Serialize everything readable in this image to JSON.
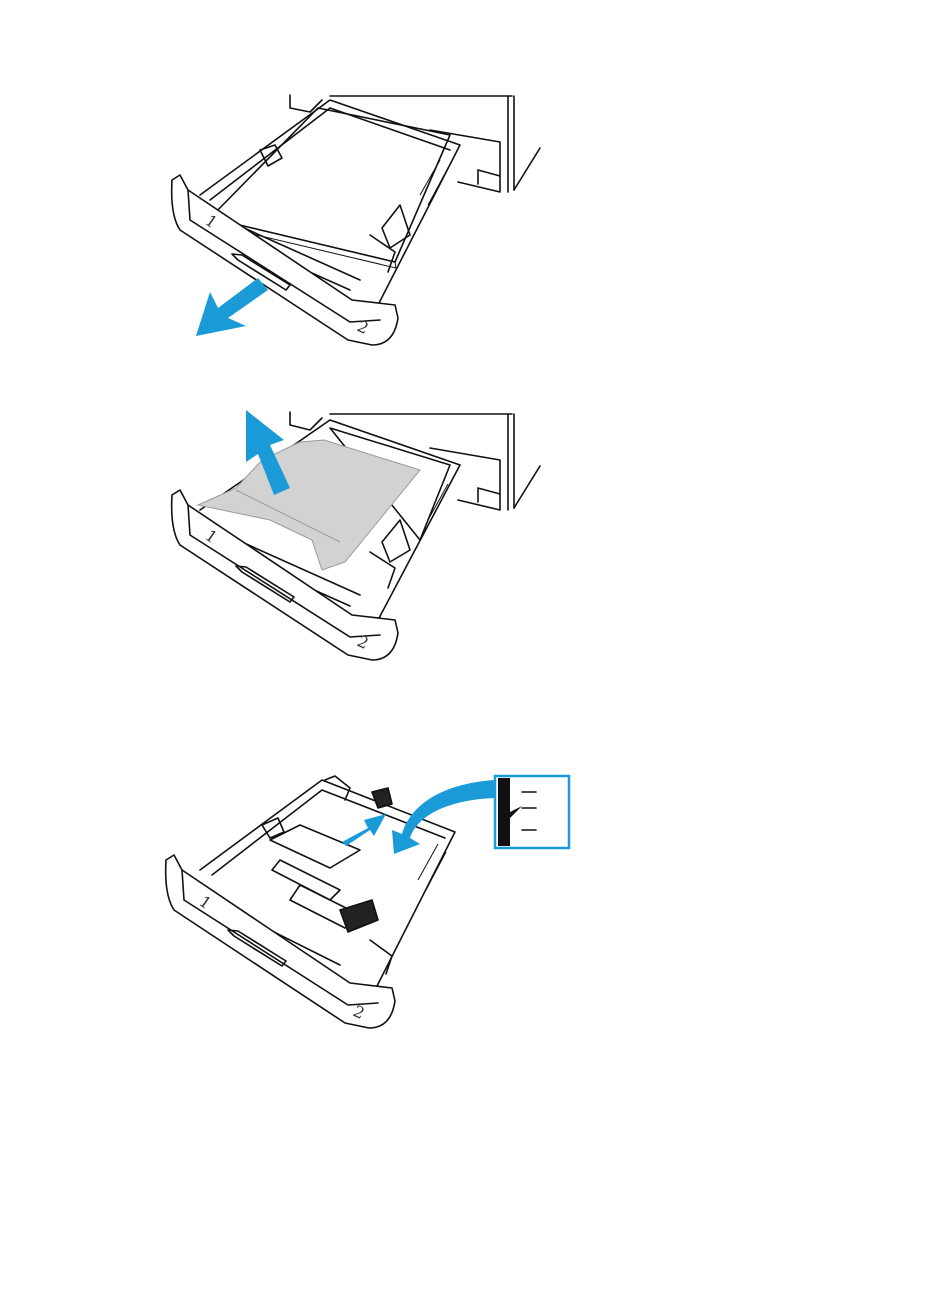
{
  "colors": {
    "arrow": "#1a9ad6",
    "line": "#111111",
    "paper_jam": "#d2d2d2",
    "paper_jam_edge": "#9a9a9a",
    "background": "#ffffff"
  },
  "panels": [
    {
      "step": "pull-out-tray",
      "tray_number": "2",
      "side_marking": "1",
      "arrow": "arrow-left-down"
    },
    {
      "step": "remove-jammed-paper",
      "tray_number": "2",
      "side_marking": "1",
      "arrow": "arrow-up"
    },
    {
      "step": "check-paper-level-guide",
      "tray_number": "2",
      "side_marking": "1",
      "arrow": "curved-arrow"
    }
  ]
}
